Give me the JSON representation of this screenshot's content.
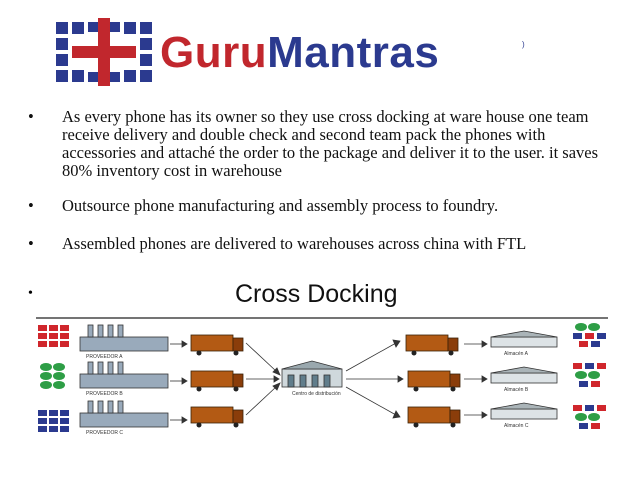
{
  "logo": {
    "brand_guru": "Guru",
    "brand_mantras": "Mantras",
    "colors": {
      "red": "#c1272d",
      "blue": "#2b3a8f"
    }
  },
  "bullets": [
    "As every phone has its owner so they use cross docking at ware house one team receive delivery and double check and second team pack the phones with accessories and attaché the order to the package and deliver it to the user. it saves 80% inventory cost in warehouse",
    "Outsource  phone manufacturing and assembly process to foundry.",
    "Assembled phones are delivered to warehouses  across china with FTL"
  ],
  "bullet_char": "•",
  "heading": "Cross Docking",
  "diagram": {
    "suppliers": [
      "PROVEEDOR A",
      "PROVEEDOR B",
      "PROVEEDOR C"
    ],
    "center": "Centro de distribución",
    "stores": [
      "Almacén A",
      "Almacén B",
      "Almacén C"
    ],
    "colors": {
      "red": "#d0262c",
      "green": "#2e9e46",
      "blue": "#2b3a8f",
      "truck": "#b35a14"
    }
  }
}
